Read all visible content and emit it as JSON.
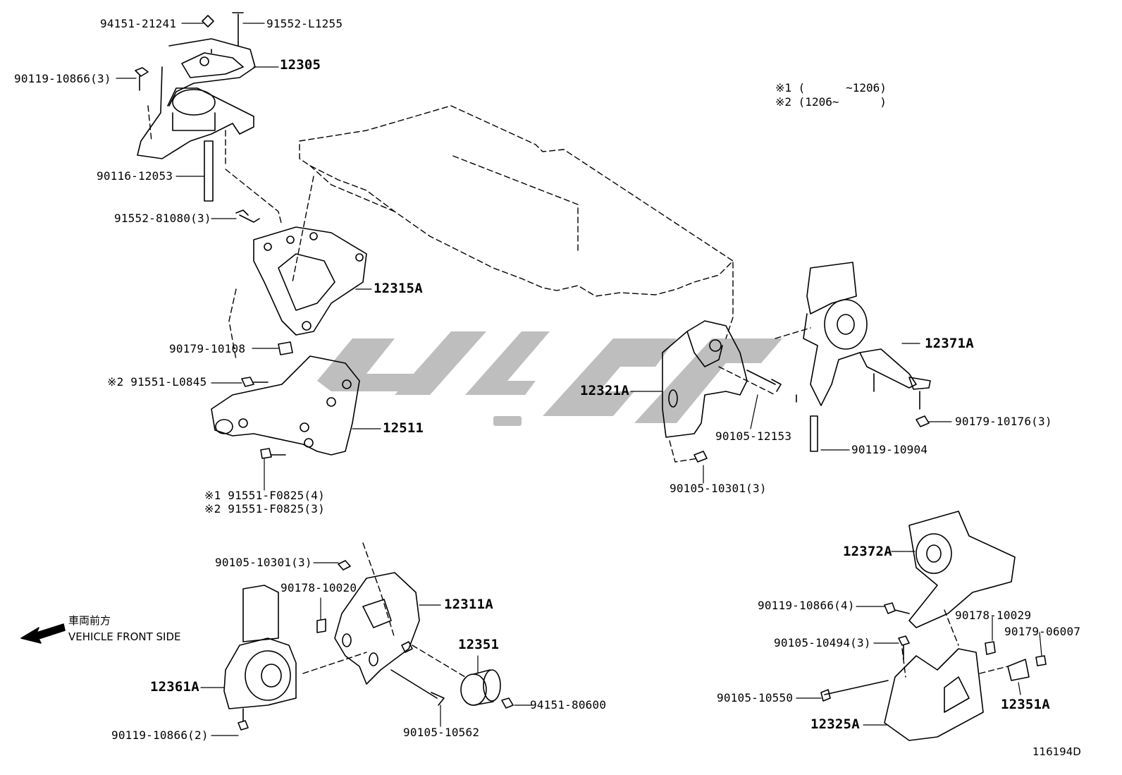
{
  "notes": {
    "n1": "※1 (      ~1206)",
    "n2": "※2 (1206~      )"
  },
  "parts": {
    "p94151_21241": "94151-21241",
    "p91552_L1255": "91552-L1255",
    "p12305": "12305",
    "p90119_10866_3a": "90119-10866(3)",
    "p90116_12053": "90116-12053",
    "p91552_81080": "91552-81080(3)",
    "p12315A": "12315A",
    "p90179_10108": "90179-10108",
    "p91551_L0845": "※2 91551-L0845",
    "p12511": "12511",
    "p91551_F0825_4": "※1 91551-F0825(4)",
    "p91551_F0825_3": "※2 91551-F0825(3)",
    "p12321A": "12321A",
    "p90105_12153": "90105-12153",
    "p90105_10301_3a": "90105-10301(3)",
    "p12371A": "12371A",
    "p90179_10176": "90179-10176(3)",
    "p90119_10904": "90119-10904",
    "p90105_10301_3b": "90105-10301(3)",
    "p90178_10020": "90178-10020",
    "p12311A": "12311A",
    "p12351": "12351",
    "p12361A": "12361A",
    "p90119_10866_2": "90119-10866(2)",
    "p90105_10562": "90105-10562",
    "p94151_80600": "94151-80600",
    "p12372A": "12372A",
    "p90119_10866_4": "90119-10866(4)",
    "p90178_10029": "90178-10029",
    "p90179_06007": "90179-06007",
    "p90105_10494": "90105-10494(3)",
    "p90105_10550": "90105-10550",
    "p12325A": "12325A",
    "p12351A": "12351A"
  },
  "front": {
    "jp": "車両前方",
    "en": "VEHICLE FRONT SIDE"
  },
  "code": "116194D",
  "colors": {
    "line": "#000000",
    "watermark": "#b3b3b3"
  }
}
